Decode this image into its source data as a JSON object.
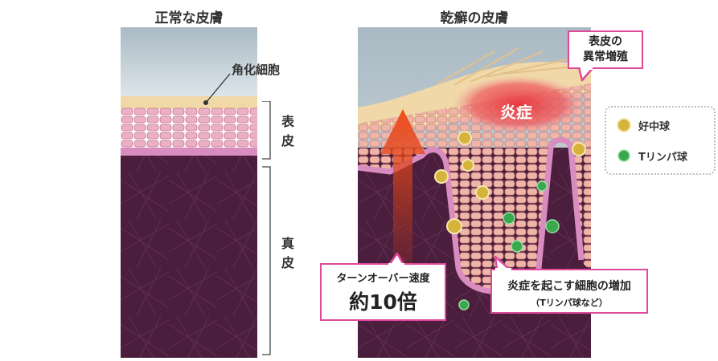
{
  "normal": {
    "title": "正常な皮膚",
    "keratin_label": "角化細胞",
    "epidermis_label": "表\n皮",
    "dermis_label": "真\n皮"
  },
  "psoriasis": {
    "title": "乾癬の皮膚",
    "inflammation_label": "炎症",
    "hyperplasia_callout": "表皮の\n異常増殖",
    "turnover_line1": "ターンオーバー速度",
    "turnover_line2": "約10倍",
    "cells_line1": "炎症を起こす細胞の増加",
    "cells_line2": "（Tリンパ球など）"
  },
  "legend": {
    "neutrophil": "好中球",
    "t_lymphocyte": "Tリンパ球"
  },
  "colors": {
    "callout_border": "#e0489a",
    "dermis": "#4a1e3c",
    "epidermis": "#e8a0b8",
    "arrow": "#e8441a",
    "inflammation": "#e8323a",
    "neutrophil": "#d6b33a",
    "t_lymphocyte": "#3aa84e"
  }
}
